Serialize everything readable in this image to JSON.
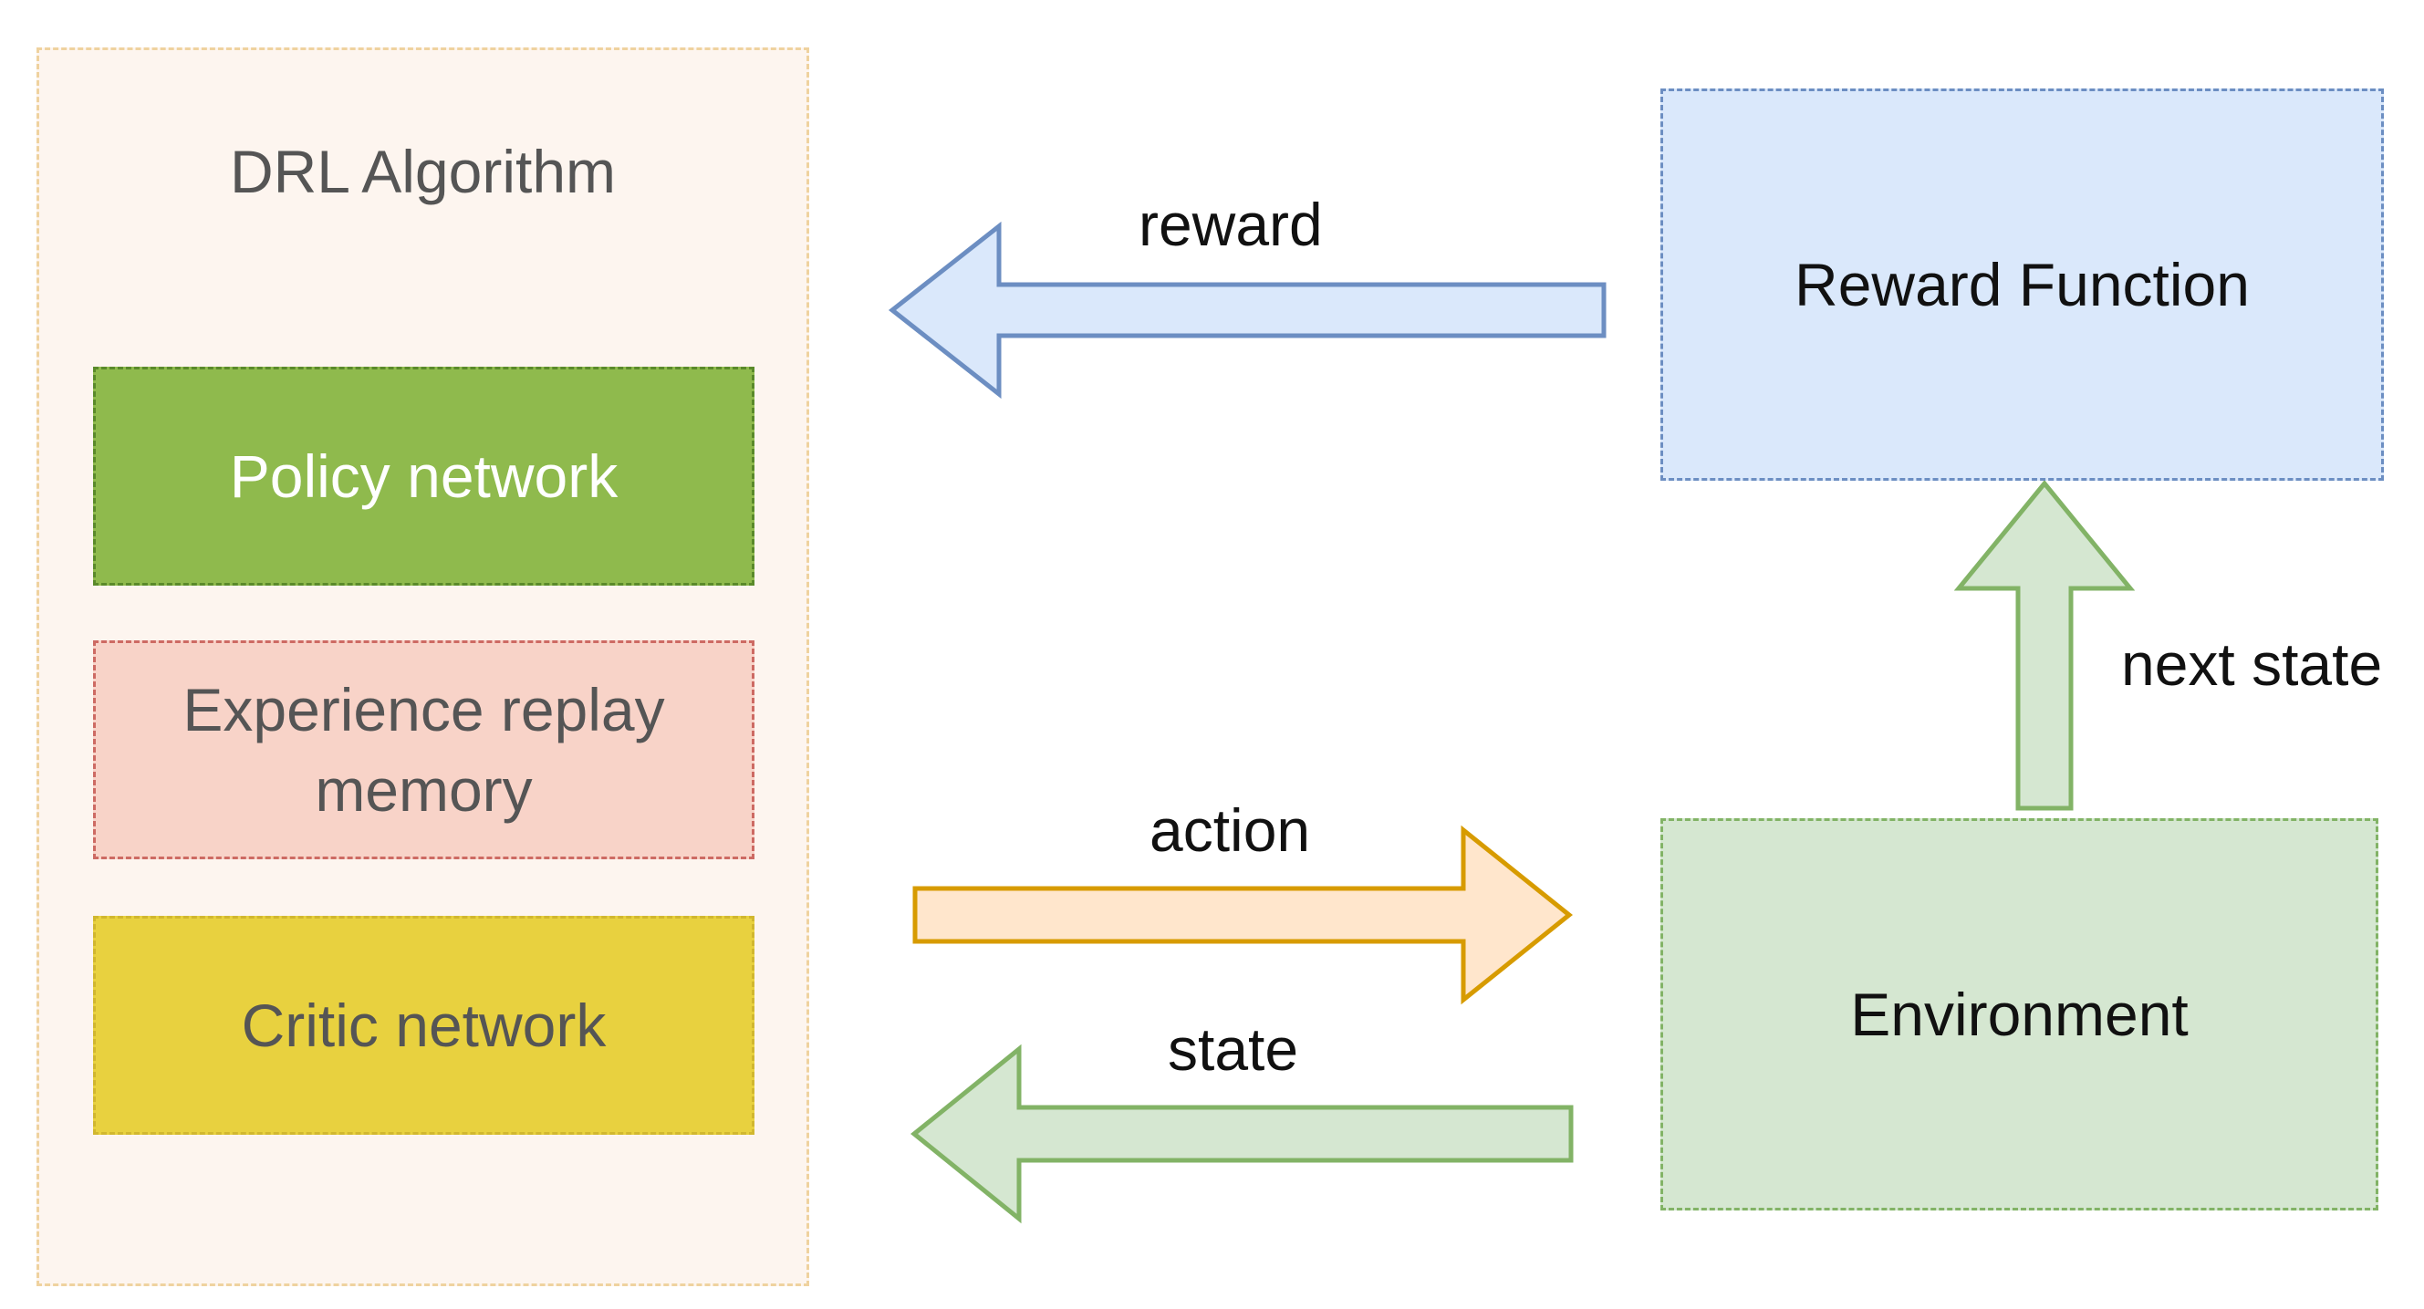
{
  "drl": {
    "title": "DRL Algorithm",
    "policy": "Policy network",
    "replay": "Experience replay memory",
    "critic": "Critic network"
  },
  "reward_function": {
    "label": "Reward Function"
  },
  "environment": {
    "label": "Environment"
  },
  "edges": {
    "reward": "reward",
    "action": "action",
    "state": "state",
    "next_state": "next state"
  },
  "colors": {
    "drl_fill": "#fdf5ef",
    "drl_border": "#efd29f",
    "policy_fill": "#8fba4d",
    "replay_fill": "#f8d3c8",
    "critic_fill": "#e8d13f",
    "reward_fill": "#dae8fb",
    "reward_border": "#6c8ec2",
    "env_fill": "#d5e7d1",
    "env_border": "#82b366",
    "action_fill": "#ffe6cc",
    "action_border": "#d79b00"
  }
}
